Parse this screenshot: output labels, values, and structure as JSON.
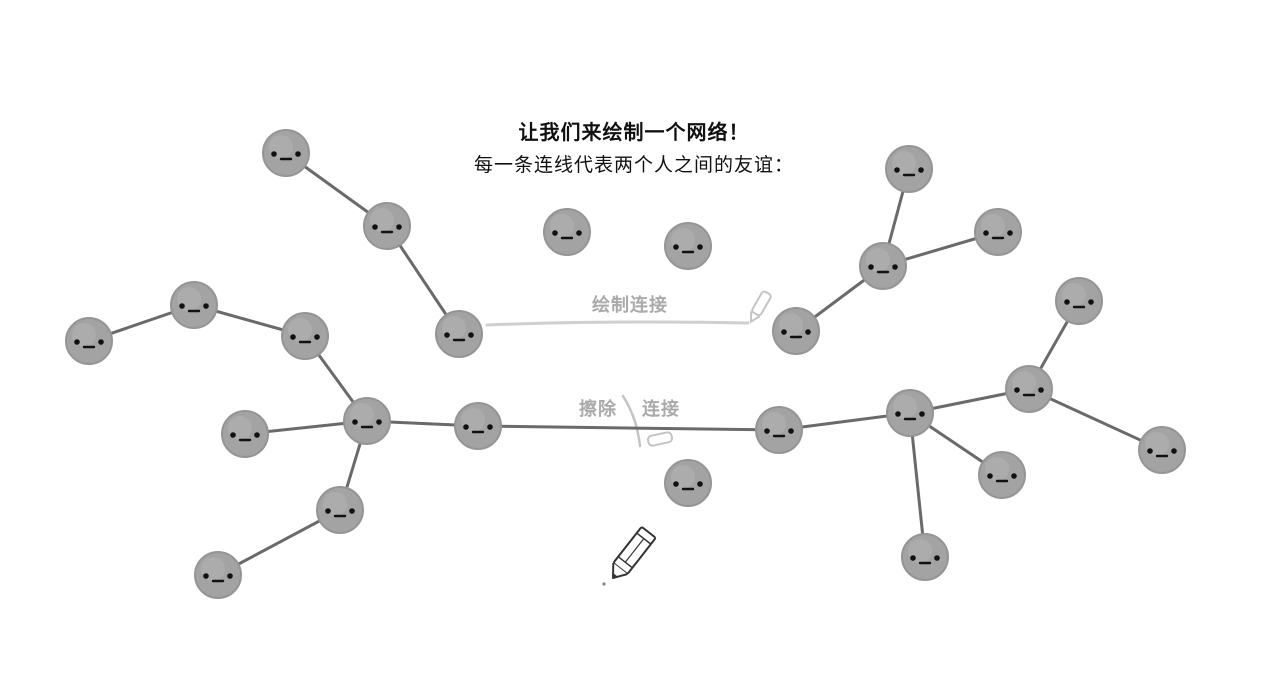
{
  "header": {
    "title": "让我们来绘制一个网络！",
    "subtitle": "每一条连线代表两个人之间的友谊："
  },
  "hints": {
    "draw_label": "绘制连接",
    "erase_label_left": "擦除",
    "erase_label_right": "连接"
  },
  "colors": {
    "node_fill": "#a3a3a3",
    "edge": "#6a6a6a",
    "hint_text": "#aaaaaa",
    "hint_line": "#cccccc",
    "text": "#111111"
  },
  "tool": {
    "icon": "pencil-icon"
  }
}
